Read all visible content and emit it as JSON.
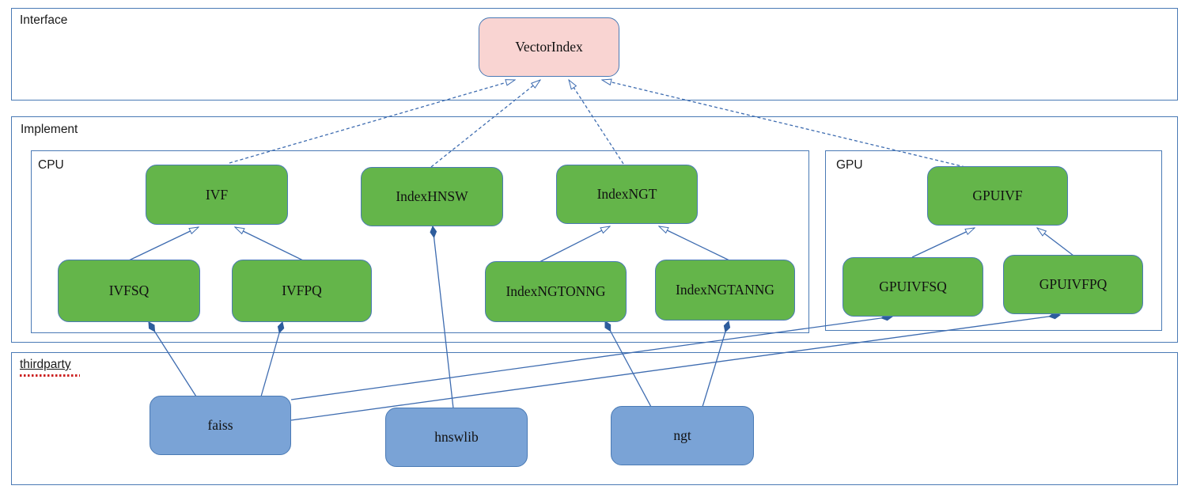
{
  "containers": {
    "interface": {
      "label": "Interface"
    },
    "implement": {
      "label": "Implement"
    },
    "cpu": {
      "label": "CPU"
    },
    "gpu": {
      "label": "GPU"
    },
    "thirdparty": {
      "label": "thirdparty"
    }
  },
  "nodes": {
    "vectorindex": {
      "label": "VectorIndex",
      "group": "interface"
    },
    "ivf": {
      "label": "IVF",
      "group": "cpu"
    },
    "indexhnsw": {
      "label": "IndexHNSW",
      "group": "cpu"
    },
    "indexngt": {
      "label": "IndexNGT",
      "group": "cpu"
    },
    "ivfsq": {
      "label": "IVFSQ",
      "group": "cpu"
    },
    "ivfpq": {
      "label": "IVFPQ",
      "group": "cpu"
    },
    "indexngtonng": {
      "label": "IndexNGTONNG",
      "group": "cpu"
    },
    "indexngtanng": {
      "label": "IndexNGTANNG",
      "group": "cpu"
    },
    "gpuivf": {
      "label": "GPUIVF",
      "group": "gpu"
    },
    "gpuivfsq": {
      "label": "GPUIVFSQ",
      "group": "gpu"
    },
    "gpuivfpq": {
      "label": "GPUIVFPQ",
      "group": "gpu"
    },
    "faiss": {
      "label": "faiss",
      "group": "thirdparty"
    },
    "hnswlib": {
      "label": "hnswlib",
      "group": "thirdparty"
    },
    "ngt": {
      "label": "ngt",
      "group": "thirdparty"
    }
  },
  "edges": [
    {
      "from": "ivf",
      "to": "vectorindex",
      "relation": "realization",
      "style": "dashed-hollow-triangle"
    },
    {
      "from": "indexhnsw",
      "to": "vectorindex",
      "relation": "realization",
      "style": "dashed-hollow-triangle"
    },
    {
      "from": "indexngt",
      "to": "vectorindex",
      "relation": "realization",
      "style": "dashed-hollow-triangle"
    },
    {
      "from": "gpuivf",
      "to": "vectorindex",
      "relation": "realization",
      "style": "dashed-hollow-triangle"
    },
    {
      "from": "ivfsq",
      "to": "ivf",
      "relation": "generalization",
      "style": "solid-hollow-triangle"
    },
    {
      "from": "ivfpq",
      "to": "ivf",
      "relation": "generalization",
      "style": "solid-hollow-triangle"
    },
    {
      "from": "indexngtonng",
      "to": "indexngt",
      "relation": "generalization",
      "style": "solid-hollow-triangle"
    },
    {
      "from": "indexngtanng",
      "to": "indexngt",
      "relation": "generalization",
      "style": "solid-hollow-triangle"
    },
    {
      "from": "gpuivfsq",
      "to": "gpuivf",
      "relation": "generalization",
      "style": "solid-hollow-triangle"
    },
    {
      "from": "gpuivfpq",
      "to": "gpuivf",
      "relation": "generalization",
      "style": "solid-hollow-triangle"
    },
    {
      "from": "faiss",
      "to": "ivfsq",
      "relation": "composition",
      "style": "solid-filled-diamond"
    },
    {
      "from": "faiss",
      "to": "ivfpq",
      "relation": "composition",
      "style": "solid-filled-diamond"
    },
    {
      "from": "faiss",
      "to": "gpuivfsq",
      "relation": "composition",
      "style": "solid-filled-diamond"
    },
    {
      "from": "faiss",
      "to": "gpuivfpq",
      "relation": "composition",
      "style": "solid-filled-diamond"
    },
    {
      "from": "hnswlib",
      "to": "indexhnsw",
      "relation": "composition",
      "style": "solid-filled-diamond"
    },
    {
      "from": "ngt",
      "to": "indexngtonng",
      "relation": "composition",
      "style": "solid-filled-diamond"
    },
    {
      "from": "ngt",
      "to": "indexngtanng",
      "relation": "composition",
      "style": "solid-filled-diamond"
    }
  ],
  "colors": {
    "border": "#4a7ab5",
    "line": "#3e6cb0",
    "node-green": "#64b54a",
    "node-blue": "#7aa3d6",
    "node-pink": "#f9d4d2",
    "squiggle": "#cc2222"
  }
}
